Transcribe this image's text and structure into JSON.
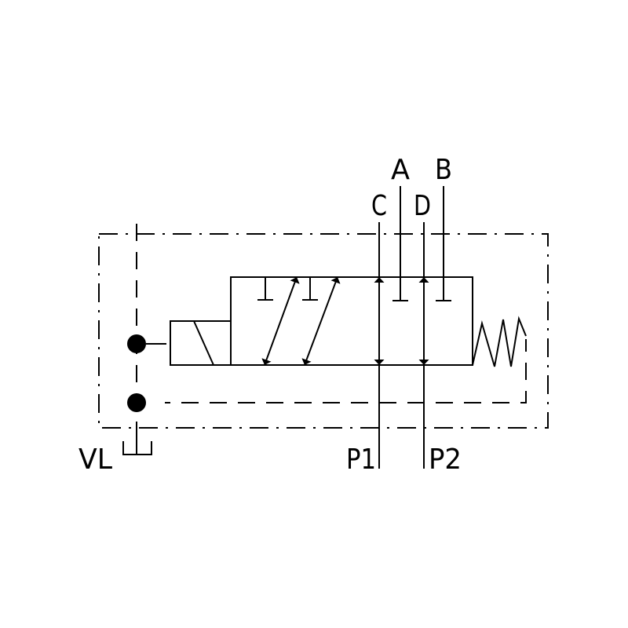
{
  "diagram": {
    "type": "hydraulic-valve-schematic",
    "ports": {
      "a": "A",
      "b": "B",
      "c": "C",
      "d": "D",
      "p1": "P1",
      "p2": "P2",
      "vl": "VL"
    },
    "colors": {
      "line": "#000000",
      "background": "#ffffff"
    }
  }
}
